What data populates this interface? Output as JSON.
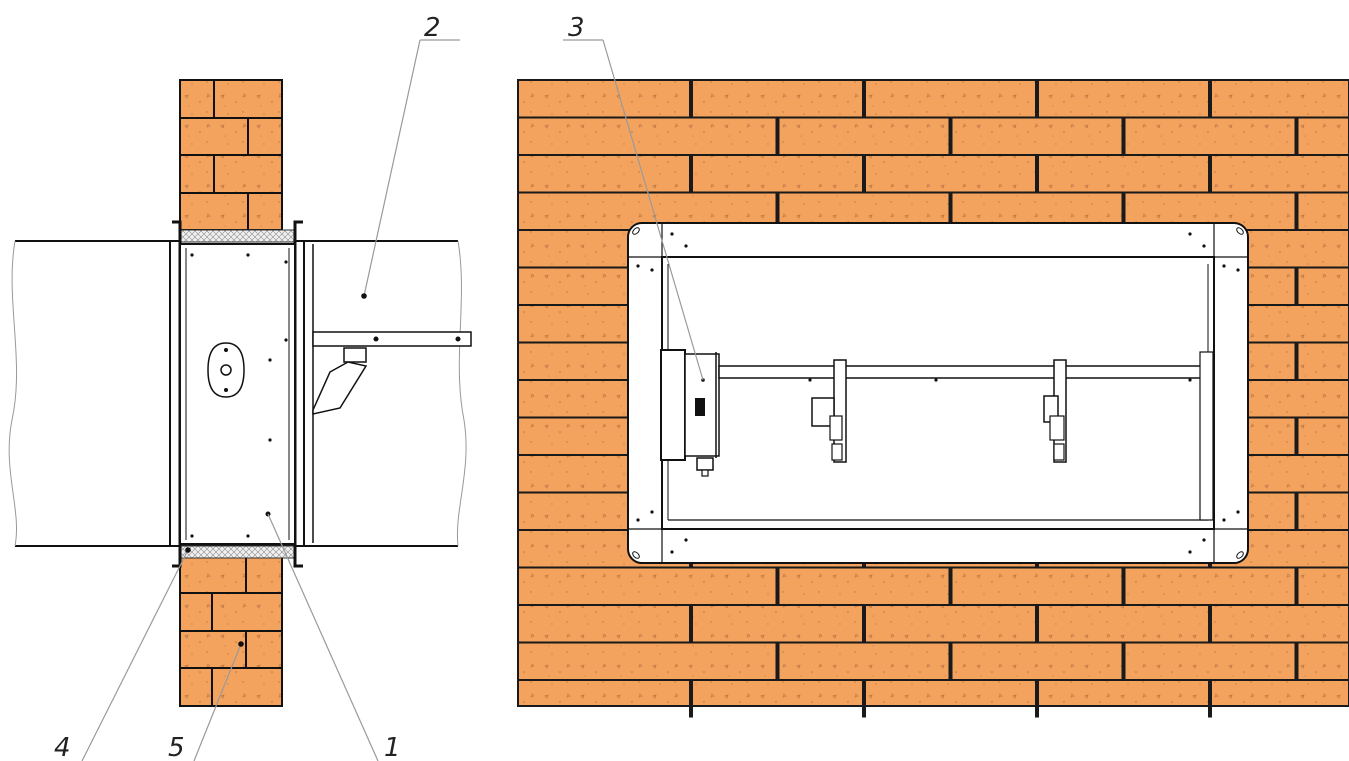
{
  "callouts": {
    "c1": "1",
    "c2": "2",
    "c3": "3",
    "c4": "4",
    "c5": "5"
  },
  "colors": {
    "brick": "#f4a35e",
    "mortar": "#1a1a1a",
    "fill_speck": "#c9834a",
    "damper_body": "#ffffff",
    "insulation": "#e6e6e6"
  }
}
